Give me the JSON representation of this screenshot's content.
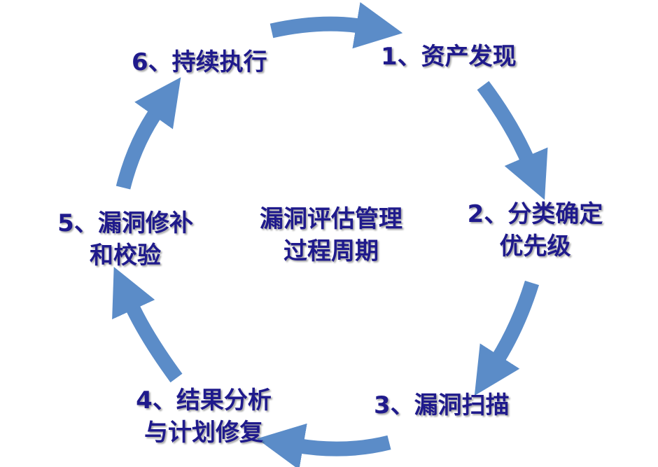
{
  "diagram": {
    "center": {
      "line1": "漏洞评估管理",
      "line2": "过程周期"
    },
    "steps": [
      {
        "line1": "1、资产发现"
      },
      {
        "line1": "2、分类确定",
        "line2": "优先级"
      },
      {
        "line1": "3、漏洞扫描"
      },
      {
        "line1": "4、结果分析",
        "line2": "与计划修复"
      },
      {
        "line1": "5、漏洞修补",
        "line2": "和校验"
      },
      {
        "line1": "6、持续执行"
      }
    ]
  },
  "colors": {
    "arrow": "#5b8cc8",
    "text": "#1f1a8c"
  }
}
